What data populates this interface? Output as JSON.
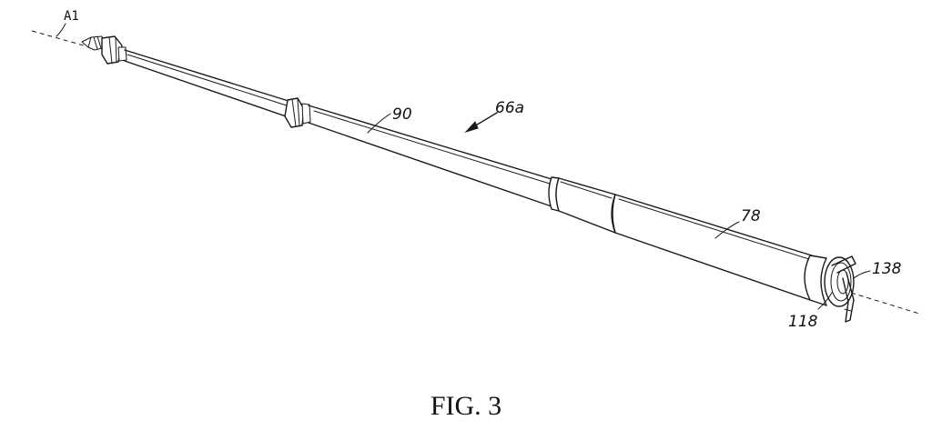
{
  "figure": {
    "caption": "FIG. 3",
    "axis_label": "A1",
    "labels": {
      "assembly": "66a",
      "upper_tube": "90",
      "lower_tube": "78",
      "end_cap": "138",
      "lever": "118"
    }
  }
}
